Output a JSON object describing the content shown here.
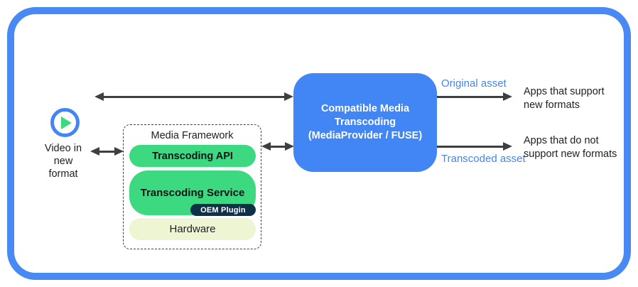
{
  "colors": {
    "frame_blue": "#4989F4",
    "box_blue": "#4285F4",
    "android_green": "#3DD981",
    "plugin_navy": "#0F3049",
    "hardware_yellow": "#EDF5D2",
    "arrow_gray": "#3C4043",
    "asset_label_blue": "#4285F4"
  },
  "source": {
    "icon": "play-icon",
    "label": "Video in new format"
  },
  "framework": {
    "title": "Media Framework",
    "layers": [
      {
        "label": "Transcoding API"
      },
      {
        "label": "Transcoding Service",
        "plugin": "OEM Plugin"
      },
      {
        "label": "Hardware"
      }
    ]
  },
  "transcoder": {
    "label": "Compatible Media Transcoding (MediaProvider / FUSE)"
  },
  "flows": {
    "original": {
      "label": "Original asset",
      "target": "Apps that support new formats"
    },
    "transcoded": {
      "label": "Transcoded asset",
      "target": "Apps that do not support new formats"
    }
  }
}
